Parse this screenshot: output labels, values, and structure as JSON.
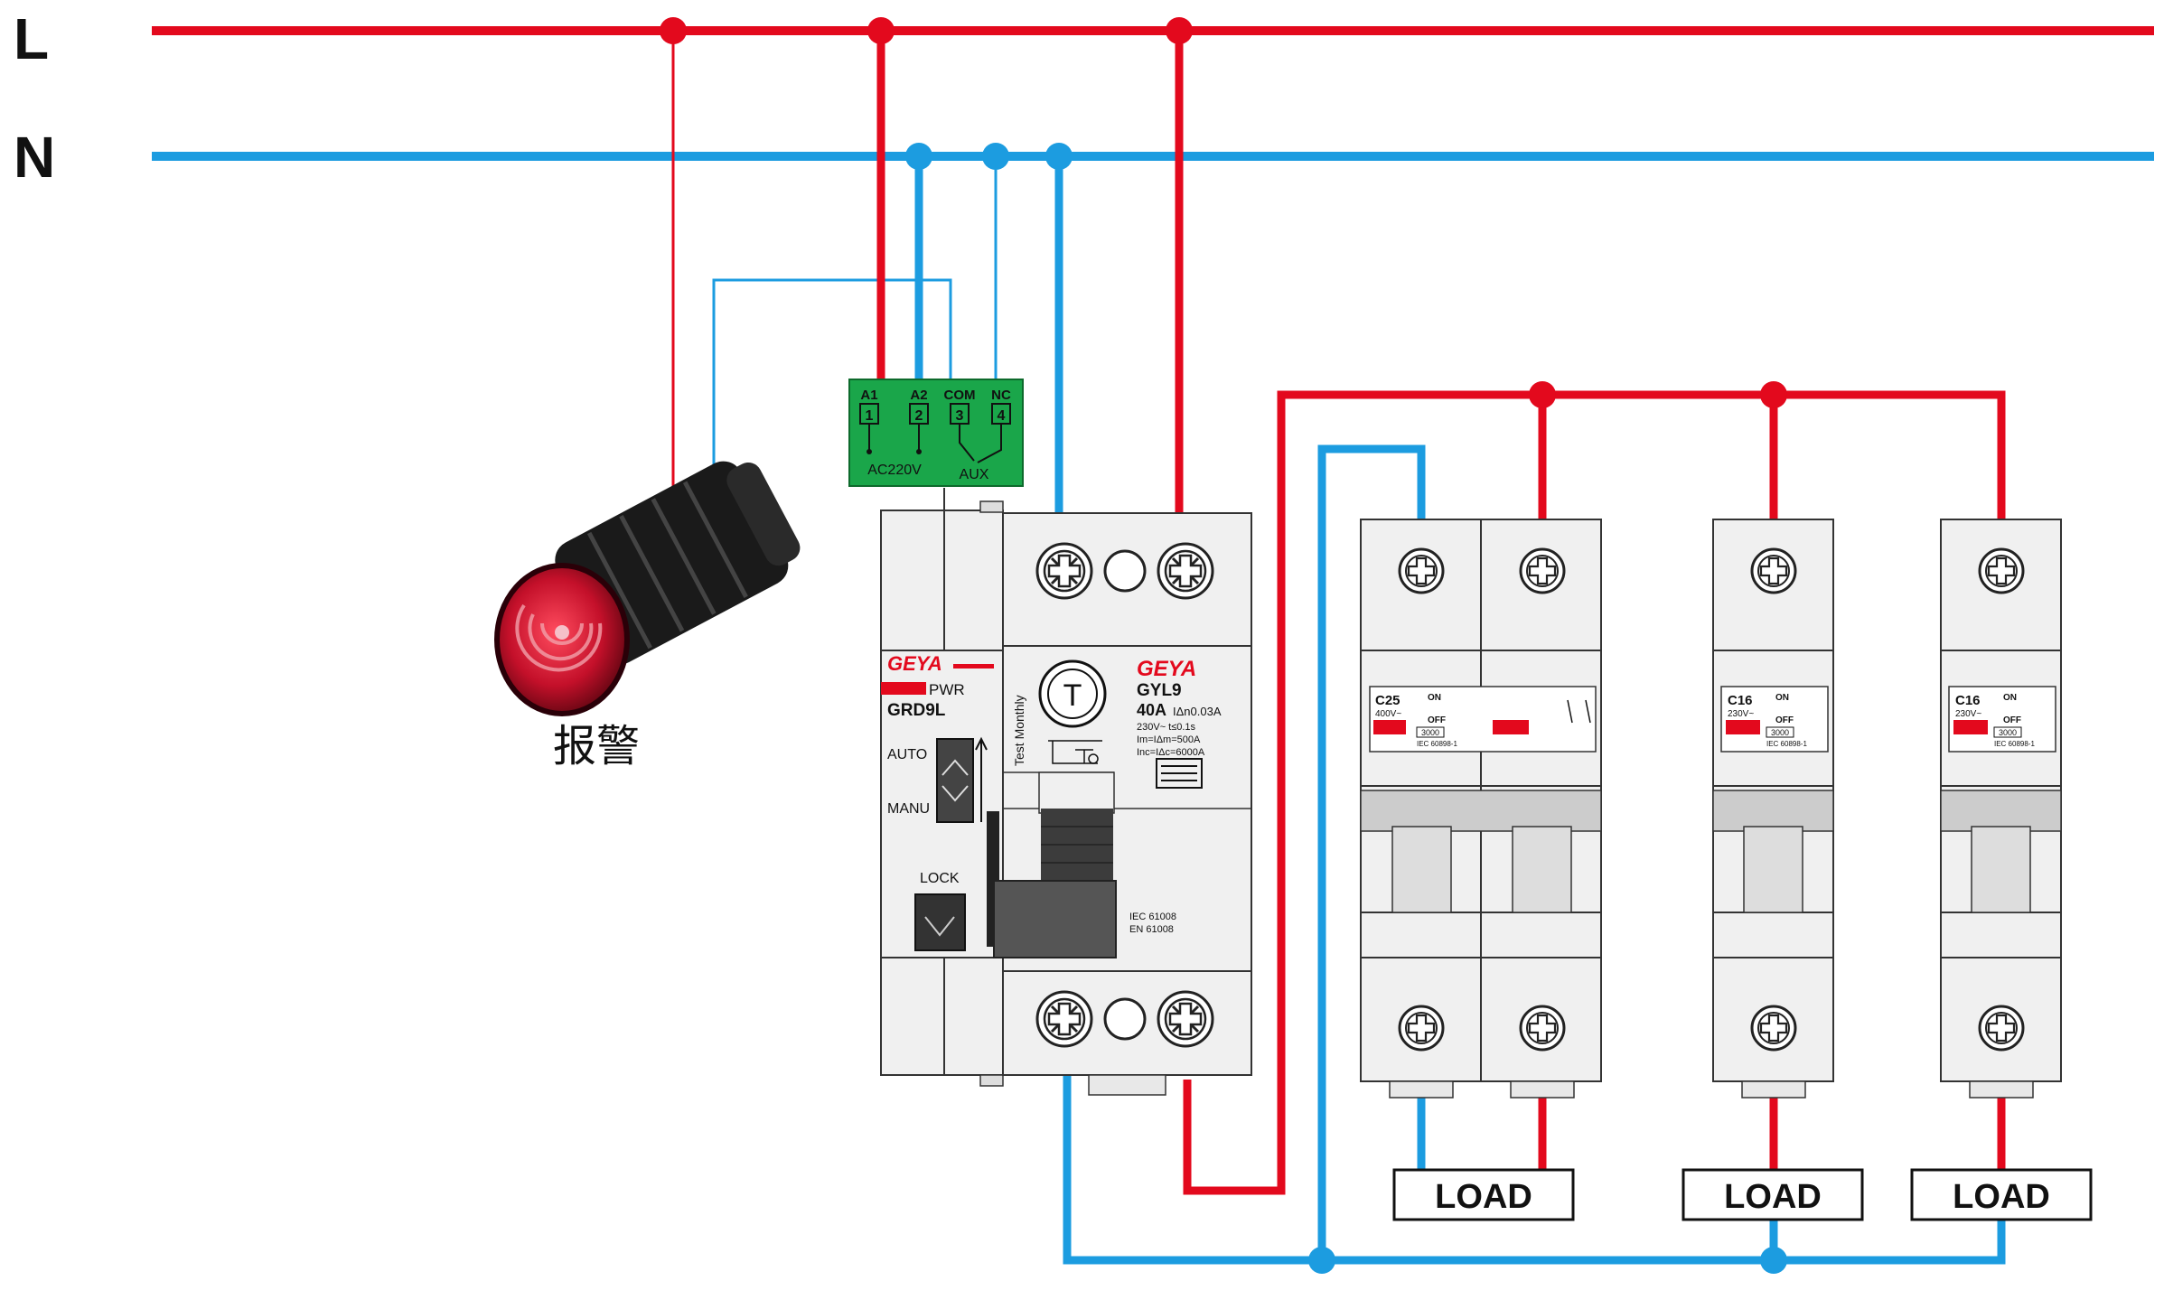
{
  "rails": {
    "line_label": "L",
    "neutral_label": "N"
  },
  "alarm": {
    "label": "报警"
  },
  "relay": {
    "terminals": [
      {
        "label": "A1",
        "num": "1"
      },
      {
        "label": "A2",
        "num": "2"
      },
      {
        "label": "COM",
        "num": "3"
      },
      {
        "label": "NC",
        "num": "4"
      }
    ],
    "voltage_label": "AC220V",
    "aux_label": "AUX"
  },
  "recloser": {
    "brand": "GEYA",
    "pwr_label": "PWR",
    "model": "GRD9L",
    "auto_label": "AUTO",
    "manu_label": "MANU",
    "lock_label": "LOCK"
  },
  "rcbo": {
    "brand": "GEYA",
    "model": "GYL9",
    "rating": "40A",
    "idn": "IΔn0.03A",
    "line1": "230V~ t≤0.1s",
    "line2": "Im=IΔm=500A",
    "line3": "Inc=IΔc=6000A",
    "test_label": "Test Monthly",
    "test_button": "T",
    "std1": "IEC 61008",
    "std2": "EN 61008"
  },
  "breakers": [
    {
      "rating": "C25",
      "voltage": "400V~",
      "code": "3000",
      "std": "IEC 60898-1",
      "on": "ON",
      "off": "OFF"
    },
    {
      "rating": "C16",
      "voltage": "230V~",
      "code": "3000",
      "std": "IEC 60898-1",
      "on": "ON",
      "off": "OFF"
    },
    {
      "rating": "C16",
      "voltage": "230V~",
      "code": "3000",
      "std": "IEC 60898-1",
      "on": "ON",
      "off": "OFF"
    }
  ],
  "loads": [
    "LOAD",
    "LOAD",
    "LOAD"
  ],
  "colors": {
    "line": "#e3091d",
    "neutral": "#1c9ce0",
    "relay": "#1aa64a",
    "device": "#f0f0f0"
  }
}
